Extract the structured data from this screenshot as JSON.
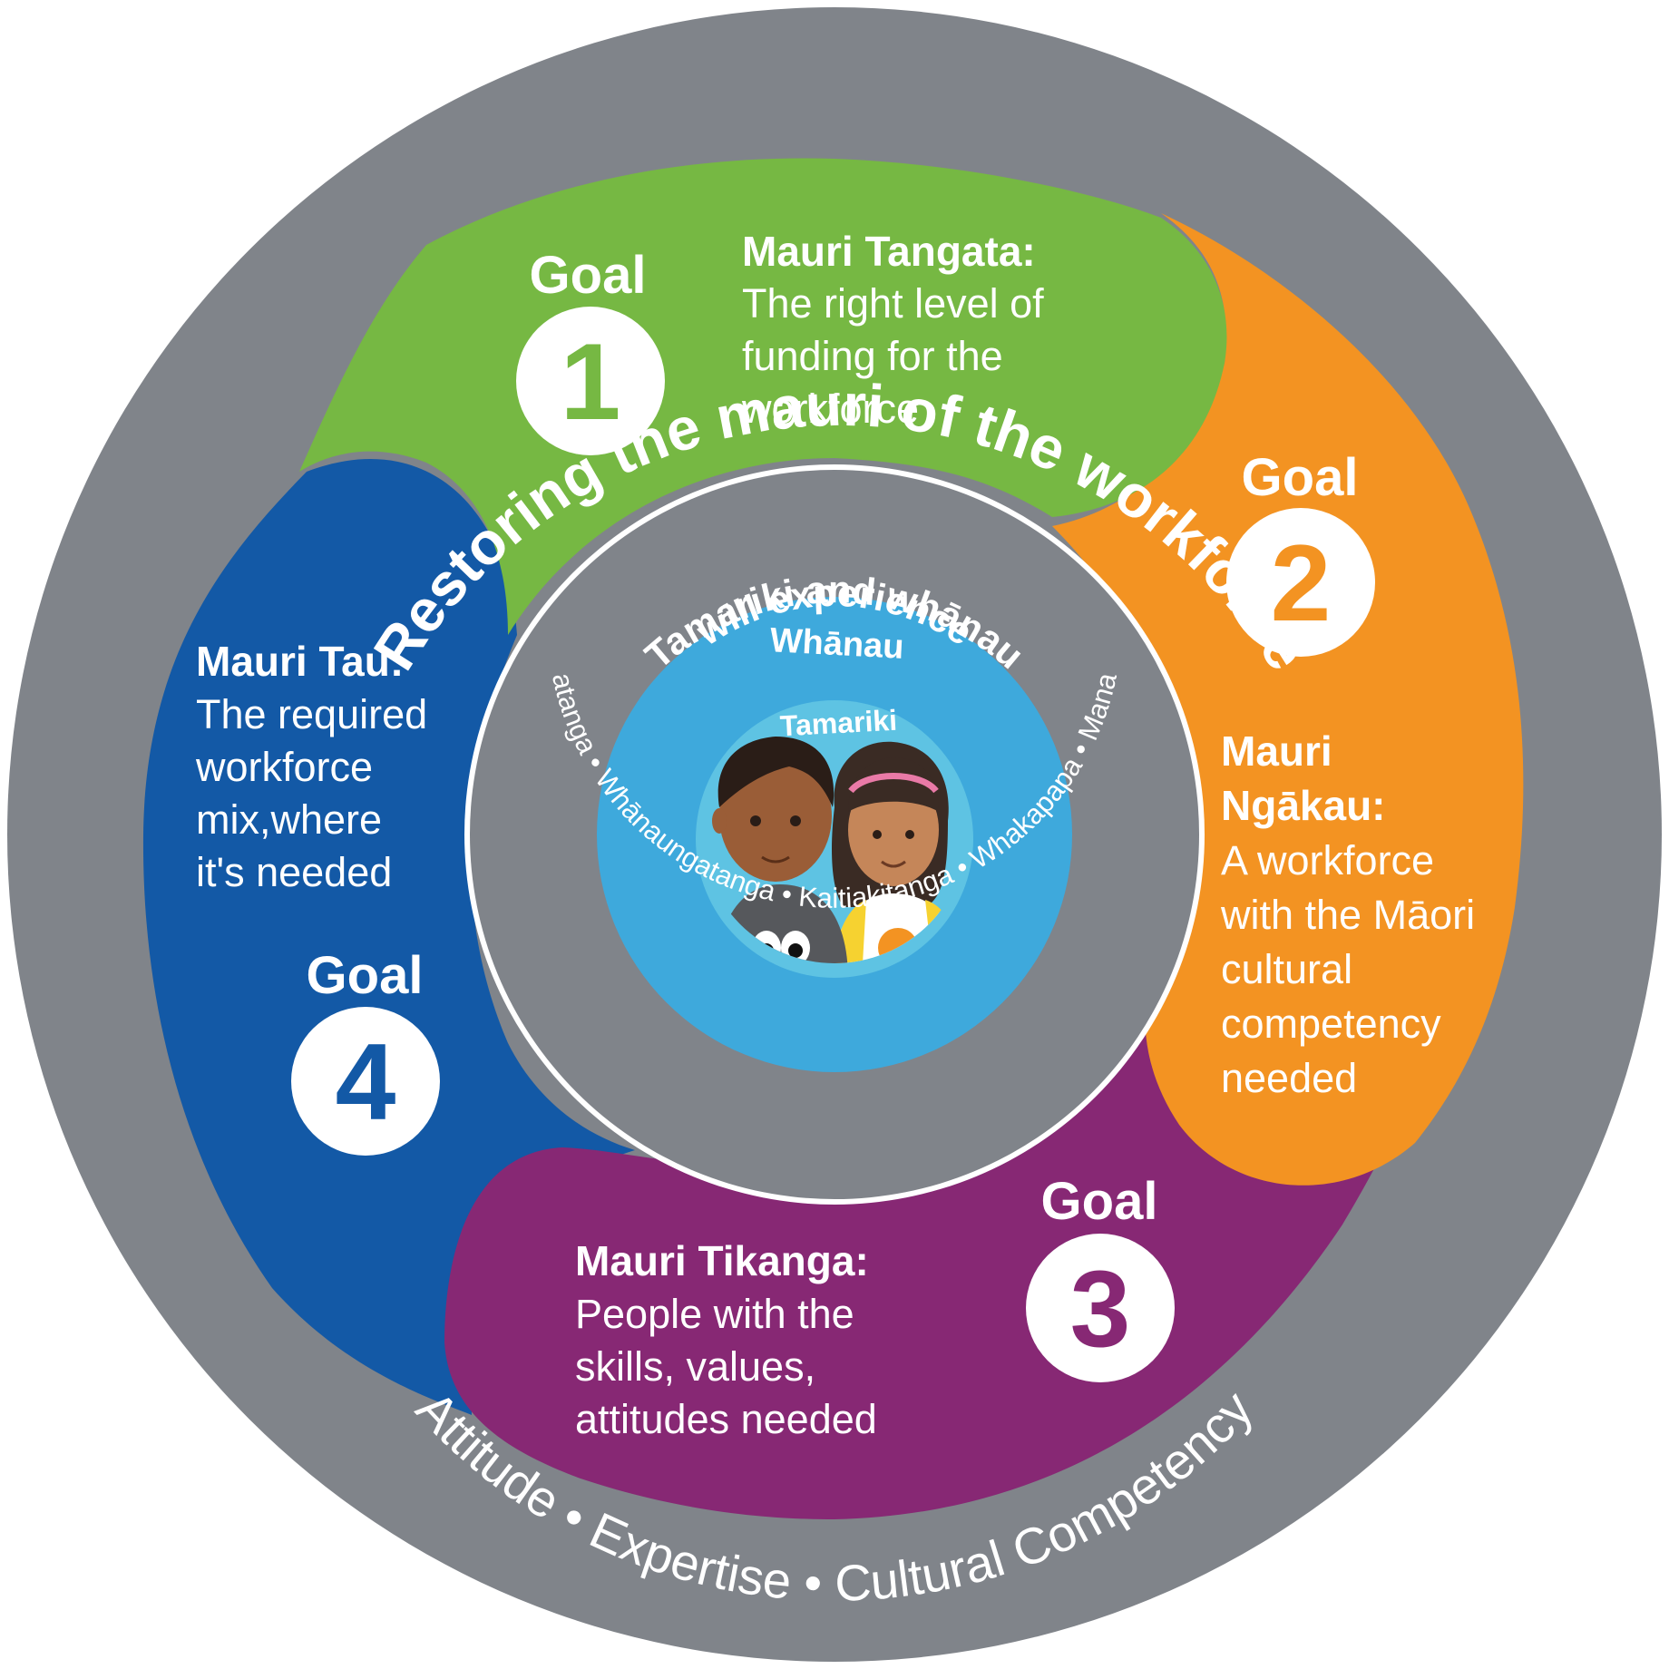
{
  "outer_ring": {
    "title": "Restoring the mauri of the workforce",
    "values": "Attitude  •  Expertise  •  Cultural Competency"
  },
  "inner_ring": {
    "title_line1": "Tamariki and whānau",
    "title_line2": "will experience",
    "values": "Rangatiratanga • Whānaungatanga • Kaitiakitanga • Whakapapa • Manaakitanga"
  },
  "center": {
    "whanau_label": "Whānau",
    "tamariki_label": "Tamariki"
  },
  "goals": [
    {
      "word": "Goal",
      "number": "1",
      "heading": "Mauri Tangata:",
      "lines": [
        "The right level of",
        "funding for the",
        "workforce"
      ]
    },
    {
      "word": "Goal",
      "number": "2",
      "heading_lines": [
        "Mauri",
        "Ngākau:"
      ],
      "lines": [
        "A workforce",
        "with the Māori",
        "cultural",
        "competency",
        "needed"
      ]
    },
    {
      "word": "Goal",
      "number": "3",
      "heading": "Mauri Tikanga:",
      "lines": [
        "People with the",
        "skills, values,",
        "attitudes needed"
      ]
    },
    {
      "word": "Goal",
      "number": "4",
      "heading": "Mauri Tau:",
      "lines": [
        "The required",
        "workforce",
        "mix,where",
        "it's needed"
      ]
    }
  ],
  "colors": {
    "ring_gray": "#80848a",
    "goal1_green": "#76b843",
    "goal2_orange": "#f39322",
    "goal3_purple": "#872874",
    "goal4_blue": "#1359a6",
    "whanau_blue": "#3ea9dc",
    "tamariki_blue": "#5ec3e3"
  }
}
